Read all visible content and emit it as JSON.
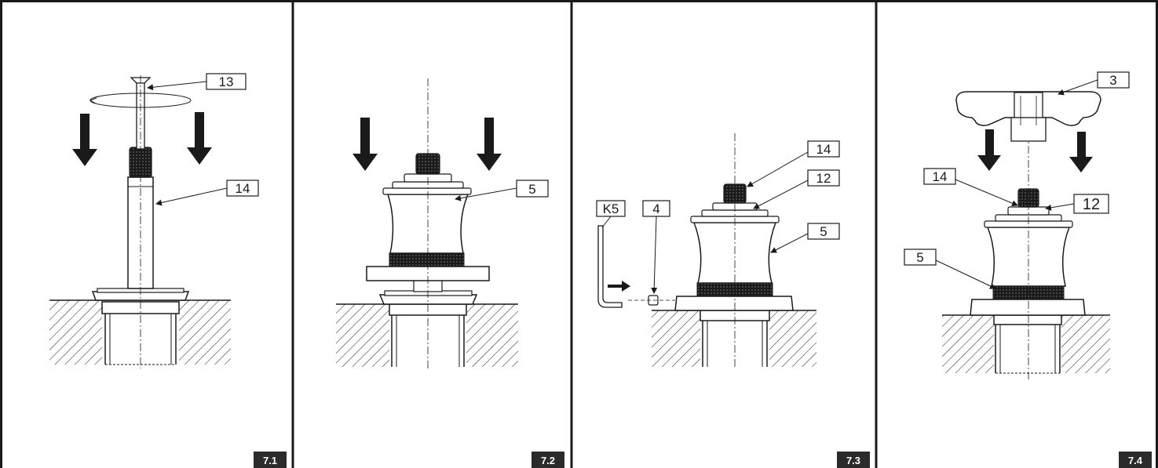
{
  "panels": [
    {
      "id": "7.1",
      "badge": "7.1",
      "callouts": [
        "13",
        "14"
      ]
    },
    {
      "id": "7.2",
      "badge": "7.2",
      "callouts": [
        "5"
      ]
    },
    {
      "id": "7.3",
      "badge": "7.3",
      "callouts": [
        "14",
        "12",
        "5",
        "K5",
        "4"
      ]
    },
    {
      "id": "7.4",
      "badge": "7.4",
      "callouts": [
        "3",
        "14",
        "12",
        "5"
      ]
    }
  ],
  "colors": {
    "line": "#1a1a1a",
    "badge": "#2b2b2b",
    "background": "#ffffff"
  }
}
